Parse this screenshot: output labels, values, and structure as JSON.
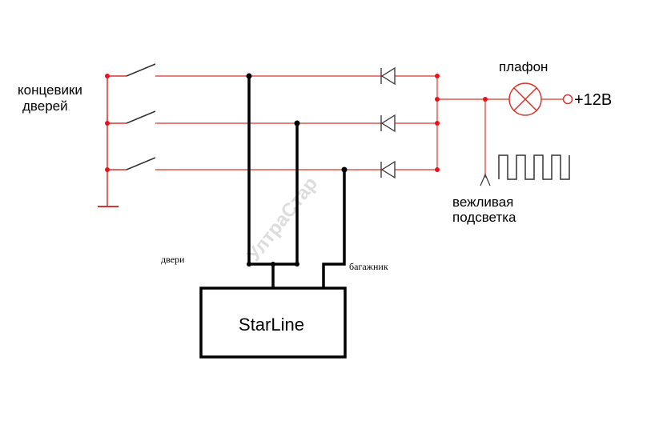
{
  "labels": {
    "door_switches": [
      "концевики",
      "дверей"
    ],
    "lamp": "плафон",
    "supply": "+12В",
    "courtesy_light": [
      "вежливая",
      "подсветка"
    ],
    "doors": "двери",
    "trunk": "багажник",
    "unit": "StarLine",
    "watermark": "Ул­траСтар"
  },
  "colors": {
    "wire": "#d9342b",
    "node": "#e8121a",
    "bus": "#000000",
    "component": "#333333",
    "watermark": "#c8c8c8"
  }
}
